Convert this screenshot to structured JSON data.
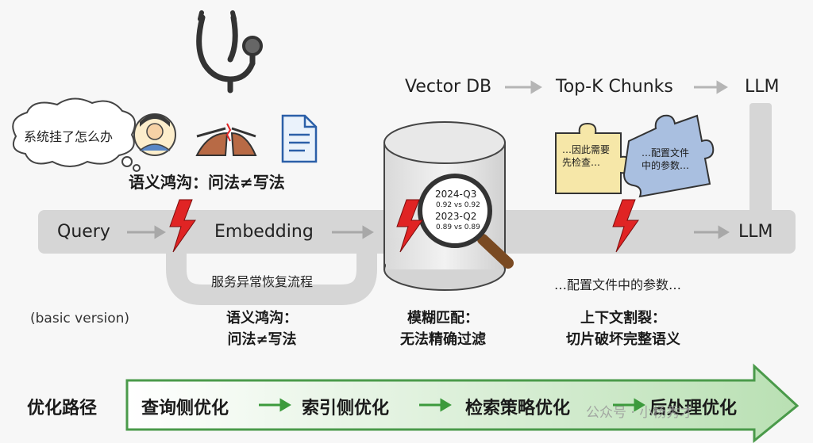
{
  "top_flow": {
    "vector_db": "Vector DB",
    "top_k": "Top-K Chunks",
    "llm": "LLM"
  },
  "main_flow": {
    "query": "Query",
    "embedding": "Embedding",
    "llm": "LLM",
    "fallback_label": "服务异常恢复流程"
  },
  "user_bubble": "系统挂了怎么办",
  "semantic_gap_heading": "语义鸿沟：问法≠写法",
  "magnifier": {
    "line1": "2024-Q3",
    "line2": "0.92 vs 0.92",
    "line3": "2023-Q2",
    "line4": "0.89 vs 0.89"
  },
  "puzzle": {
    "left_line1": "…因此需要",
    "left_line2": "先检查…",
    "right_line1": "…配置文件",
    "right_line2": "中的参数…"
  },
  "chunk_snippet": "…配置文件中的参数…",
  "basic_version": "(basic version)",
  "problems": [
    {
      "line1": "语义鸿沟：",
      "line2": "问法≠写法"
    },
    {
      "line1": "模糊匹配：",
      "line2": "无法精确过滤"
    },
    {
      "line1": "上下文割裂：",
      "line2": "切片破坏完整语义"
    }
  ],
  "optimization": {
    "label": "优化路径",
    "steps": [
      "查询侧优化",
      "索引侧优化",
      "检索策略优化",
      "后处理优化"
    ]
  },
  "watermark": "公众号 · 小杨秀才",
  "colors": {
    "track": "#d6d6d6",
    "lightning": "#e02424",
    "arrow_green": "#3c9a3c",
    "band_fill": "#dcefd8",
    "band_stroke": "#4a9a4a"
  }
}
